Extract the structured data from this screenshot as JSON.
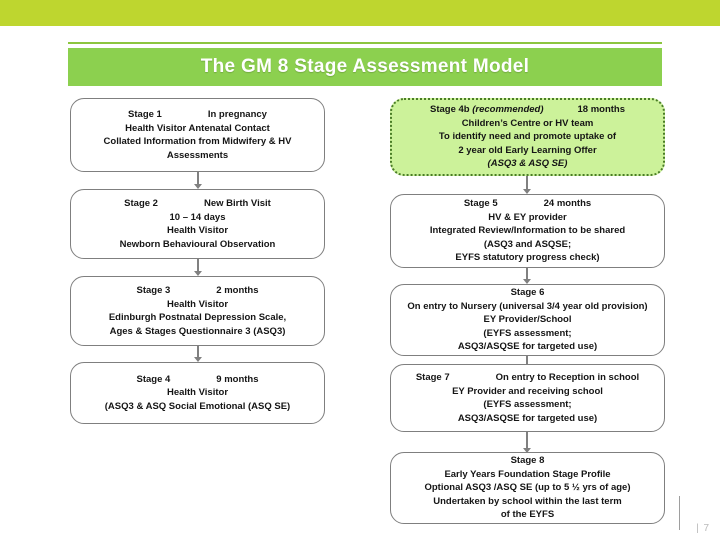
{
  "header": {
    "title": "The GM 8 Stage Assessment Model",
    "banner_color": "#8cd04f",
    "topbar_color": "#bed62f",
    "rule_color": "#8cc63f"
  },
  "footer": {
    "page_marker": "| 7"
  },
  "diagram": {
    "left_column": [
      {
        "id": "stage-1",
        "stage": "Stage 1",
        "timing": "In pregnancy",
        "lines": [
          "Health Visitor Antenatal Contact",
          "Collated Information from Midwifery & HV",
          "Assessments"
        ]
      },
      {
        "id": "stage-2",
        "stage": "Stage 2",
        "timing": "New Birth Visit",
        "lines": [
          "10 – 14 days",
          "Health Visitor",
          "Newborn Behavioural Observation"
        ]
      },
      {
        "id": "stage-3",
        "stage": "Stage 3",
        "timing": "2 months",
        "lines": [
          "Health Visitor",
          "Edinburgh Postnatal Depression Scale,",
          "Ages & Stages Questionnaire  3 (ASQ3)"
        ]
      },
      {
        "id": "stage-4",
        "stage": "Stage 4",
        "timing": "9 months",
        "lines": [
          "Health Visitor",
          "(ASQ3 & ASQ Social Emotional  (ASQ SE)"
        ]
      }
    ],
    "right_column": [
      {
        "id": "stage-4b",
        "stage": "Stage 4b",
        "stage_note": "(recommended)",
        "timing": "18 months",
        "highlighted": true,
        "lines": [
          "Children’s Centre or HV team",
          "To identify need and promote uptake of",
          "2 year old Early Learning Offer",
          "(ASQ3 & ASQ SE)"
        ]
      },
      {
        "id": "stage-5",
        "stage": "Stage 5",
        "timing": "24 months",
        "lines": [
          "HV & EY provider",
          "Integrated Review/Information to be shared",
          "(ASQ3 and ASQSE;",
          "EYFS statutory progress check)"
        ]
      },
      {
        "id": "stage-6",
        "stage": "Stage 6",
        "timing": "",
        "lines": [
          "On entry to Nursery (universal 3/4 year old provision)",
          "EY Provider/School",
          "(EYFS assessment;",
          "ASQ3/ASQSE for targeted use)"
        ]
      },
      {
        "id": "stage-7",
        "stage": "Stage 7",
        "timing": "On entry to Reception in school",
        "lines": [
          "EY Provider and receiving school",
          "(EYFS assessment;",
          "ASQ3/ASQSE for targeted use)"
        ]
      },
      {
        "id": "stage-8",
        "stage": "Stage 8",
        "timing": "",
        "lines": [
          "Early Years Foundation Stage Profile",
          "Optional ASQ3 /ASQ SE (up to 5 ½ yrs of age)",
          "Undertaken by school within the last term",
          "of the EYFS"
        ]
      }
    ]
  }
}
